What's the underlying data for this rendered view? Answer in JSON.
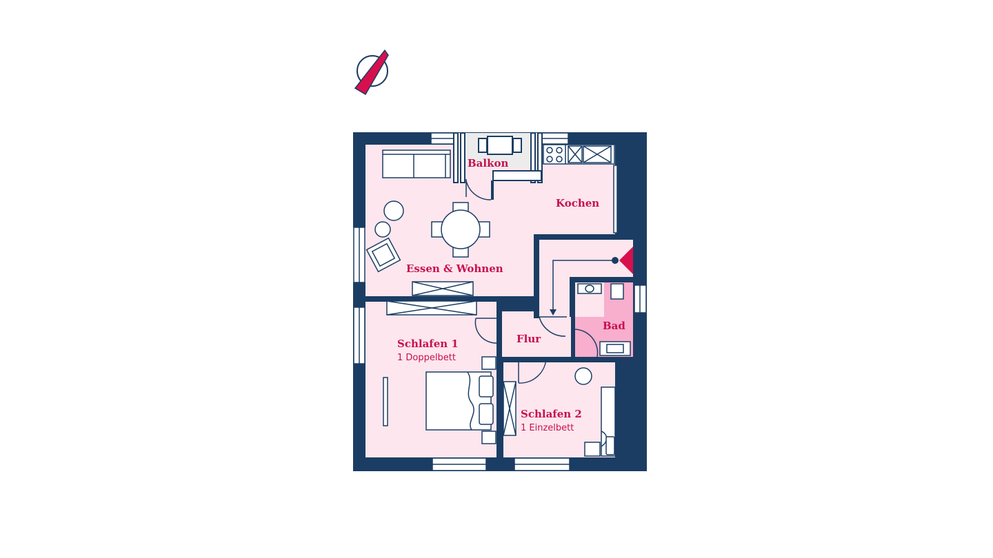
{
  "colors": {
    "wall": "#1b3d63",
    "floor": "#fde6ee",
    "bath_floor": "#f8aecd",
    "balcony_floor": "#ececec",
    "accent": "#d80f4d",
    "label": "#c8104f",
    "furniture_line": "#1b3d63"
  },
  "icons": {
    "compass": "north-arrow-icon"
  },
  "rooms": {
    "balkon": {
      "name": "Balkon"
    },
    "kochen": {
      "name": "Kochen"
    },
    "essen_wohnen": {
      "name": "Essen & Wohnen"
    },
    "schlafen1": {
      "name": "Schlafen 1",
      "detail": "1 Doppelbett"
    },
    "schlafen2": {
      "name": "Schlafen 2",
      "detail": "1 Einzelbett"
    },
    "flur": {
      "name": "Flur"
    },
    "bad": {
      "name": "Bad"
    }
  }
}
